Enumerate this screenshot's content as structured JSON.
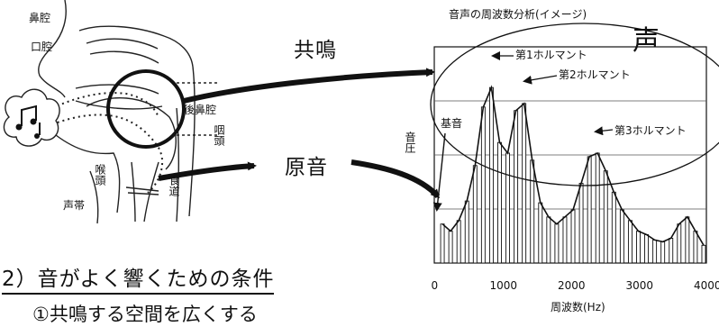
{
  "anatomy": {
    "labels": {
      "nasal_cavity": "鼻腔",
      "oral_cavity": "口腔",
      "nasopharynx": "後鼻腔",
      "pharynx": "咽頭",
      "larynx": "喉頭",
      "esophagus": "食道",
      "vocal_cords": "声帯"
    },
    "sound_icon": "music-notes-icon"
  },
  "arrows": {
    "resonance_label": "共鳴",
    "source_label": "原音"
  },
  "heading": "2）音がよく響くための条件",
  "subheading": "①共鳴する空間を広くする",
  "chart": {
    "title": "音声の周波数分析(イメージ)",
    "voice_label": "声",
    "labels": {
      "fundamental": "基音",
      "formant1": "第1ホルマント",
      "formant2": "第2ホルマント",
      "formant3": "第3ホルマント"
    }
  },
  "chart_data": {
    "type": "bar",
    "title": "音声の周波数分析(イメージ)",
    "xlabel": "周波数(Hz)",
    "ylabel": "音圧",
    "xlim": [
      0,
      4000
    ],
    "xticks": [
      0,
      1000,
      2000,
      3000,
      4000
    ],
    "grid": true,
    "x": [
      120,
      240,
      360,
      480,
      600,
      720,
      840,
      960,
      1080,
      1200,
      1320,
      1440,
      1560,
      1680,
      1800,
      1920,
      2040,
      2160,
      2280,
      2400,
      2520,
      2640,
      2760,
      2880,
      3000,
      3120,
      3240,
      3360,
      3480,
      3600,
      3720,
      3840,
      3960
    ],
    "values": [
      22,
      18,
      24,
      35,
      55,
      88,
      99,
      68,
      62,
      86,
      90,
      58,
      34,
      26,
      22,
      26,
      30,
      45,
      60,
      62,
      52,
      40,
      30,
      24,
      18,
      16,
      13,
      12,
      14,
      22,
      26,
      18,
      10
    ]
  }
}
